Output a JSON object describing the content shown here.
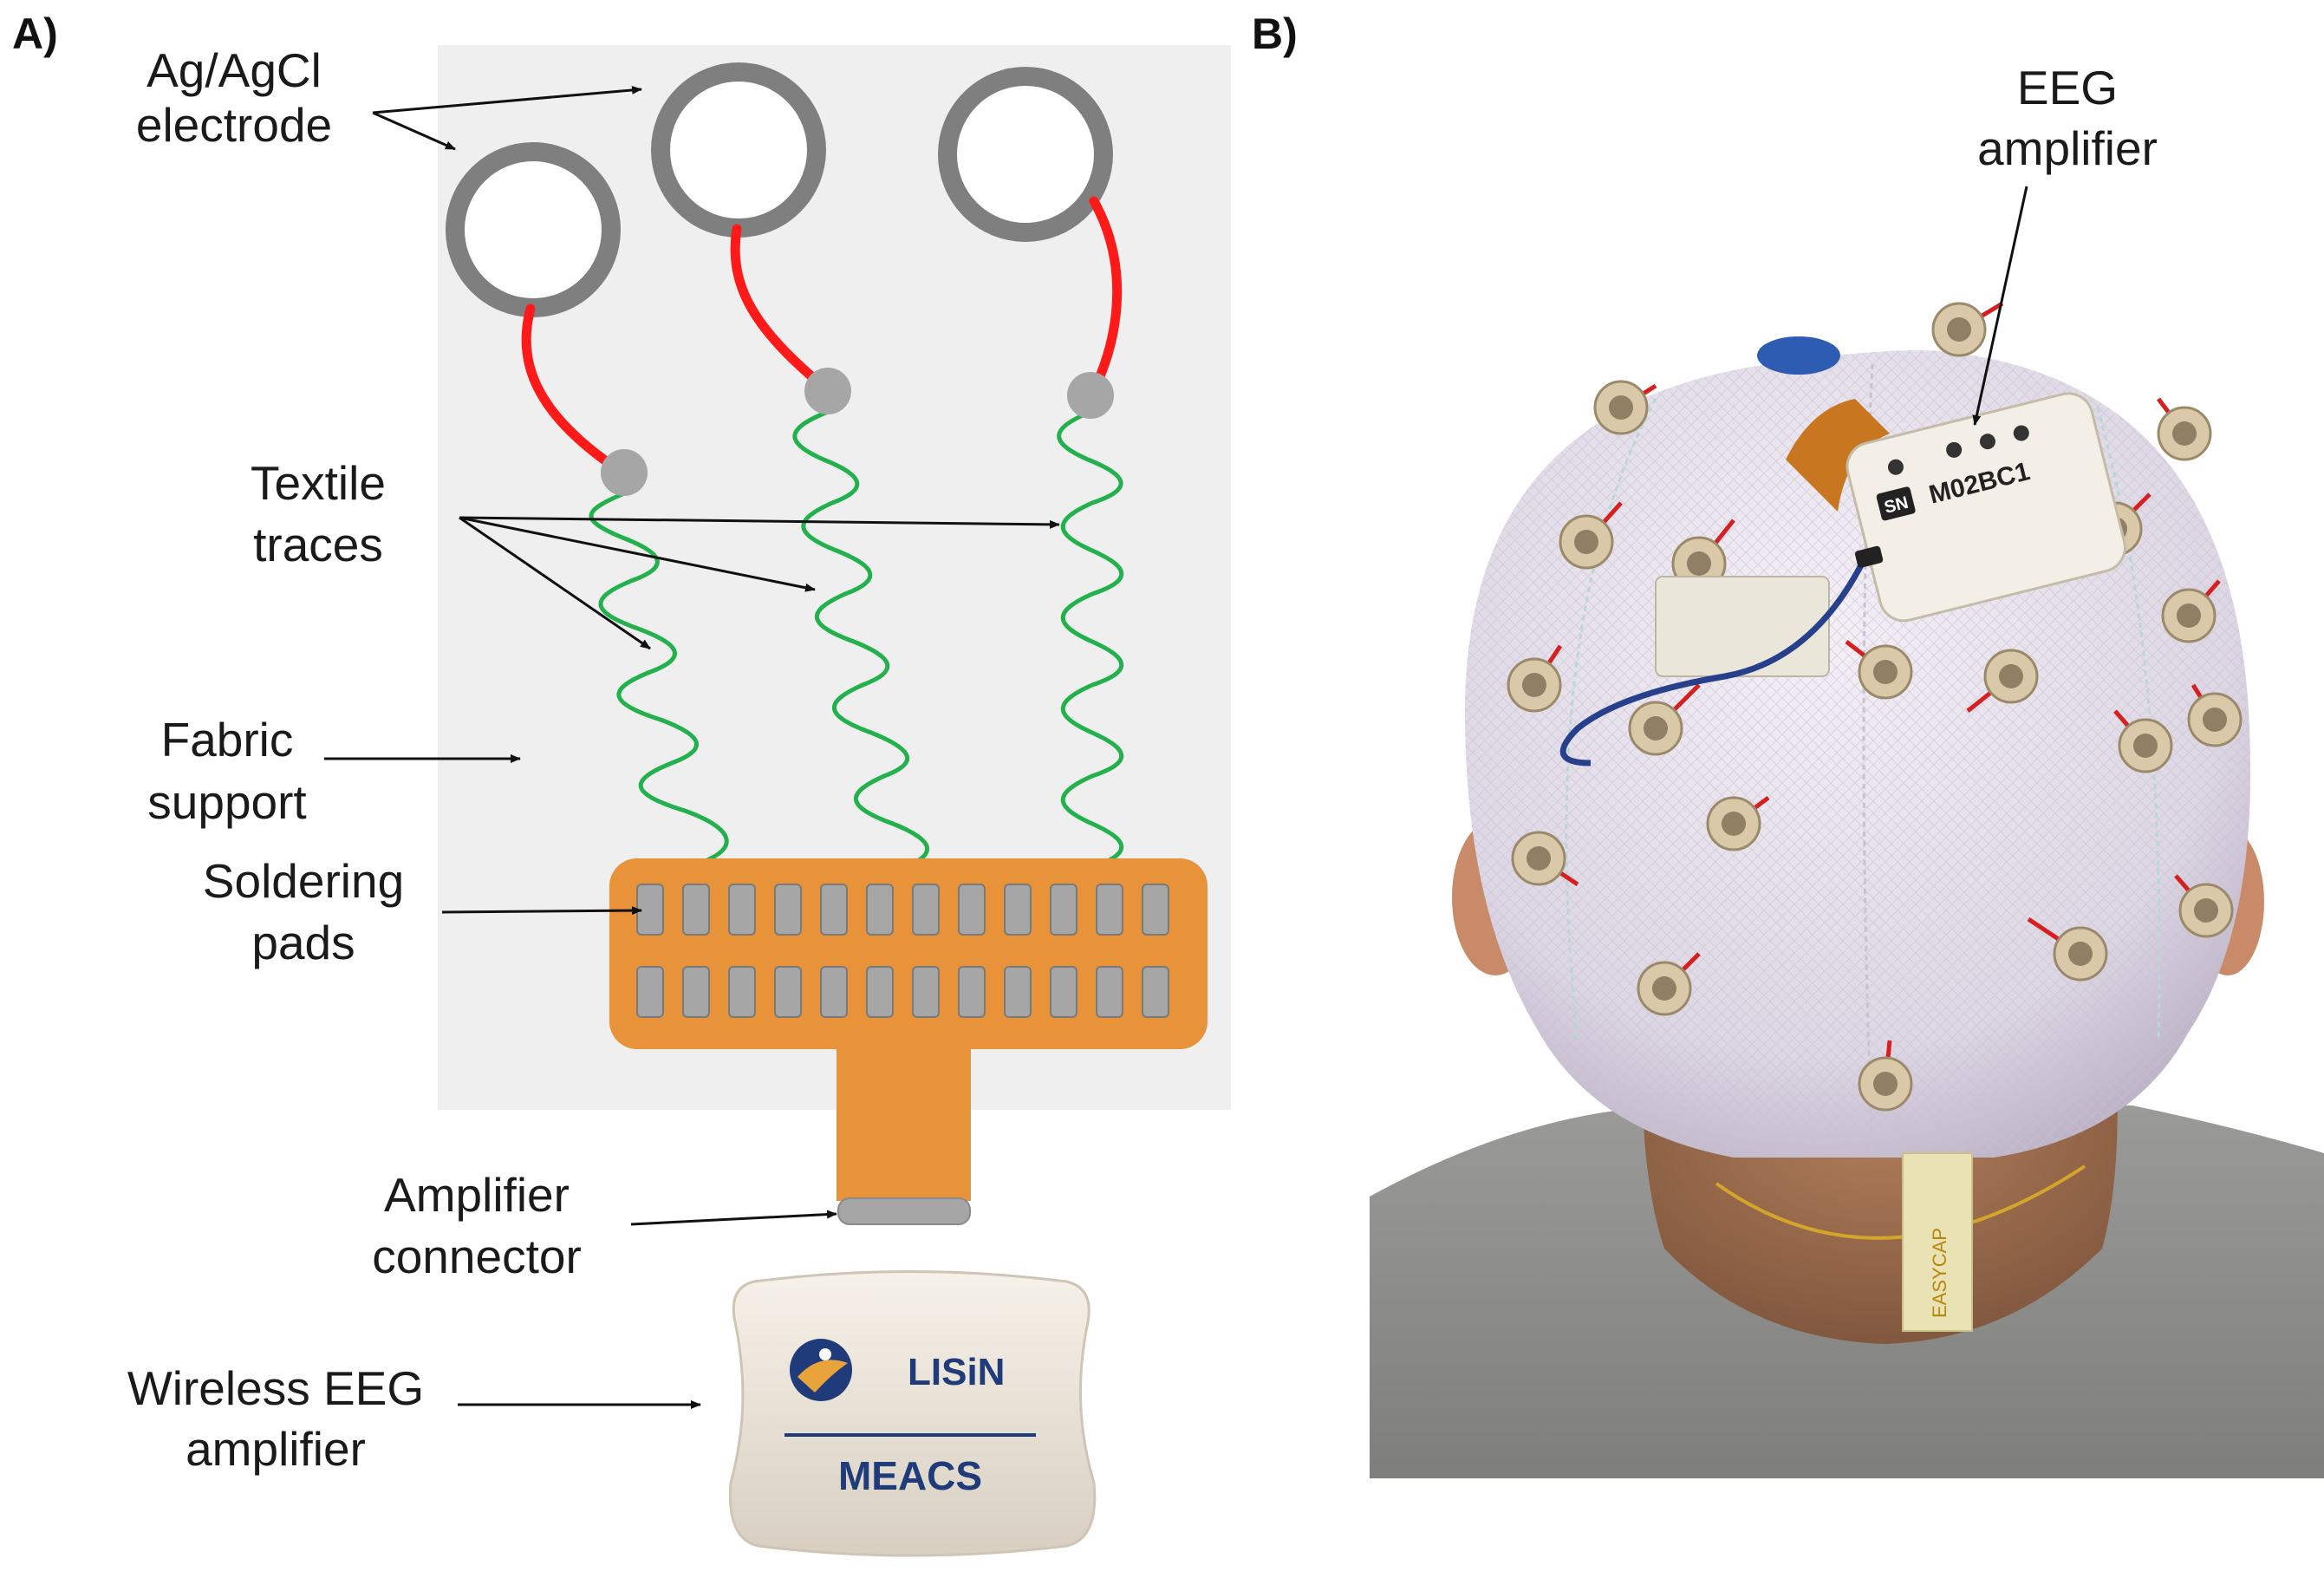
{
  "panel_a": {
    "letter": "A)",
    "labels": {
      "electrode": [
        "Ag/AgCl",
        "electrode"
      ],
      "traces": [
        "Textile",
        "traces"
      ],
      "fabric": [
        "Fabric",
        "support"
      ],
      "pads": [
        "Soldering",
        "pads"
      ],
      "connector": [
        "Amplifier",
        "connector"
      ],
      "wireless": [
        "Wireless EEG",
        "amplifier"
      ]
    },
    "device": {
      "brand": "LISiN",
      "model": "MEACS"
    },
    "colors": {
      "fabric": "#efefef",
      "electrode_ring": "#7f7f7f",
      "wire": "#ff1a1a",
      "trace": "#22b14c",
      "flex_pcb": "#e8923a",
      "pad": "#a6a6a6",
      "device_shell": "#ece4d8",
      "device_text": "#1f3b7a"
    }
  },
  "panel_b": {
    "letter": "B)",
    "labels": {
      "amplifier": [
        "EEG",
        "amplifier"
      ]
    },
    "amp_label": "M02BC1",
    "amp_badge": "SN",
    "strap_text": "EASYCAP"
  }
}
